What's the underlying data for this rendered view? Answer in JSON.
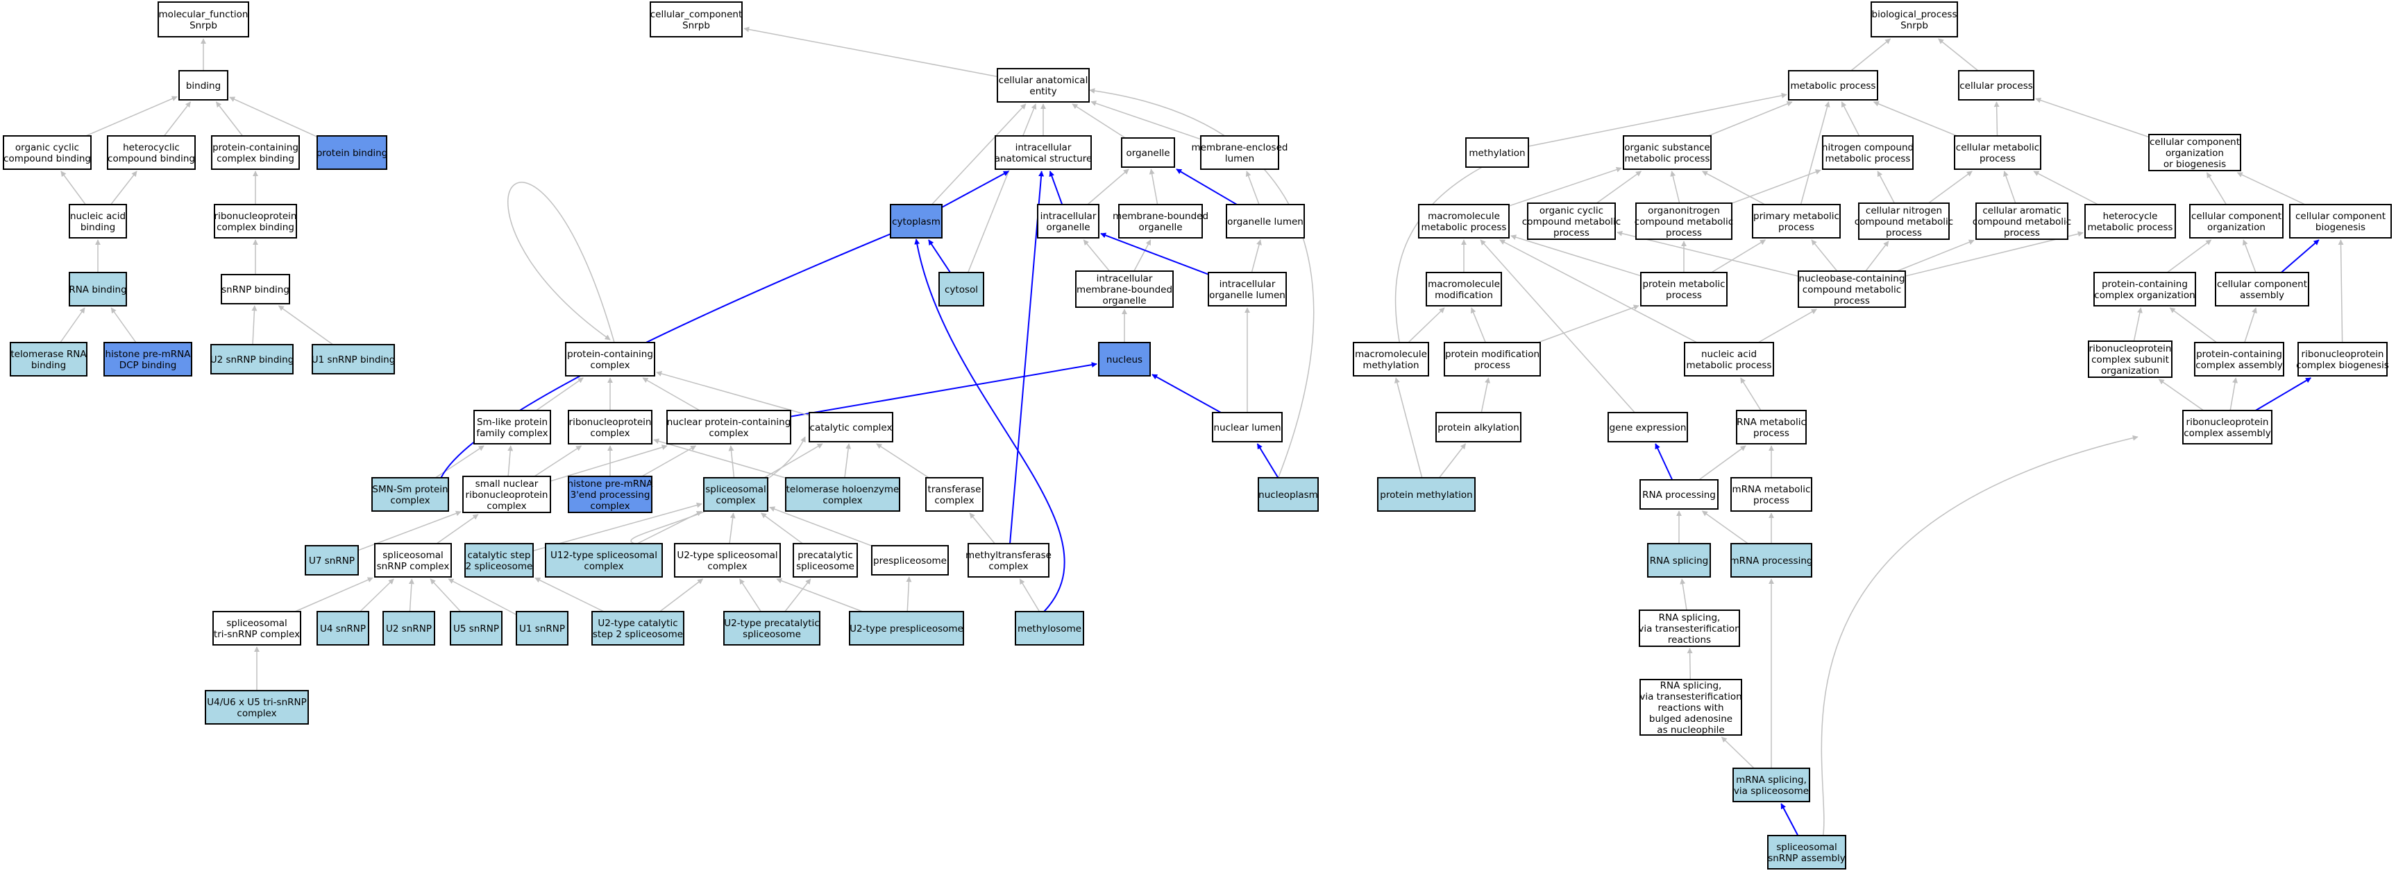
{
  "colors": {
    "white": "#ffffff",
    "light": "#add8e6",
    "dark": "#6495ed",
    "edge_gray": "#c0c0c0",
    "edge_blue": "#0000ff"
  },
  "nodes": {
    "mf": {
      "label": [
        "molecular_function",
        "Snrpb"
      ],
      "color": "white"
    },
    "cc": {
      "label": [
        "cellular_component",
        "Snrpb"
      ],
      "color": "white"
    },
    "bp": {
      "label": [
        "biological_process",
        "Snrpb"
      ],
      "color": "white"
    },
    "binding": {
      "label": [
        "binding"
      ],
      "color": "white"
    },
    "organic_cyclic_binding": {
      "label": [
        "organic cyclic",
        "compound binding"
      ],
      "color": "white"
    },
    "heterocyclic_binding": {
      "label": [
        "heterocyclic",
        "compound binding"
      ],
      "color": "white"
    },
    "protein_containing_complex_binding": {
      "label": [
        "protein-containing",
        "complex binding"
      ],
      "color": "white"
    },
    "protein_binding": {
      "label": [
        "protein binding"
      ],
      "color": "dark"
    },
    "nucleic_acid_binding": {
      "label": [
        "nucleic acid",
        "binding"
      ],
      "color": "white"
    },
    "rnp_complex_binding": {
      "label": [
        "ribonucleoprotein",
        "complex binding"
      ],
      "color": "white"
    },
    "rna_binding": {
      "label": [
        "RNA binding"
      ],
      "color": "light"
    },
    "snrnp_binding": {
      "label": [
        "snRNP binding"
      ],
      "color": "white"
    },
    "telomerase_rna_binding": {
      "label": [
        "telomerase RNA",
        "binding"
      ],
      "color": "light"
    },
    "histone_dcp_binding": {
      "label": [
        "histone pre-mRNA",
        "DCP binding"
      ],
      "color": "dark"
    },
    "u2_snrnp_binding": {
      "label": [
        "U2 snRNP binding"
      ],
      "color": "light"
    },
    "u1_snrnp_binding": {
      "label": [
        "U1 snRNP binding"
      ],
      "color": "light"
    },
    "cellular_anatomical_entity": {
      "label": [
        "cellular anatomical",
        "entity"
      ],
      "color": "white"
    },
    "intracellular_anatomical_structure": {
      "label": [
        "intracellular",
        "anatomical structure"
      ],
      "color": "white"
    },
    "organelle": {
      "label": [
        "organelle"
      ],
      "color": "white"
    },
    "membrane_enclosed_lumen": {
      "label": [
        "membrane-enclosed",
        "lumen"
      ],
      "color": "white"
    },
    "cytoplasm": {
      "label": [
        "cytoplasm"
      ],
      "color": "dark"
    },
    "intracellular_organelle": {
      "label": [
        "intracellular",
        "organelle"
      ],
      "color": "white"
    },
    "membrane_bounded_organelle": {
      "label": [
        "membrane-bounded",
        "organelle"
      ],
      "color": "white"
    },
    "organelle_lumen": {
      "label": [
        "organelle lumen"
      ],
      "color": "white"
    },
    "cytosol": {
      "label": [
        "cytosol"
      ],
      "color": "light"
    },
    "intracellular_mbo": {
      "label": [
        "intracellular",
        "membrane-bounded",
        "organelle"
      ],
      "color": "white"
    },
    "intracellular_organelle_lumen": {
      "label": [
        "intracellular",
        "organelle lumen"
      ],
      "color": "white"
    },
    "nucleus": {
      "label": [
        "nucleus"
      ],
      "color": "dark"
    },
    "protein_containing_complex": {
      "label": [
        "protein-containing",
        "complex"
      ],
      "color": "white"
    },
    "sm_like_protein_family_complex": {
      "label": [
        "Sm-like protein",
        "family complex"
      ],
      "color": "white"
    },
    "ribonucleoprotein_complex": {
      "label": [
        "ribonucleoprotein",
        "complex"
      ],
      "color": "white"
    },
    "nuclear_protein_containing_complex": {
      "label": [
        "nuclear protein-containing",
        "complex"
      ],
      "color": "white"
    },
    "catalytic_complex": {
      "label": [
        "catalytic complex"
      ],
      "color": "white"
    },
    "nuclear_lumen": {
      "label": [
        "nuclear lumen"
      ],
      "color": "white"
    },
    "smn_sm_protein_complex": {
      "label": [
        "SMN-Sm protein",
        "complex"
      ],
      "color": "light"
    },
    "small_nuclear_rnp_complex": {
      "label": [
        "small nuclear",
        "ribonucleoprotein",
        "complex"
      ],
      "color": "white"
    },
    "histone_3end_processing_complex": {
      "label": [
        "histone pre-mRNA",
        "3'end processing",
        "complex"
      ],
      "color": "dark"
    },
    "spliceosomal_complex": {
      "label": [
        "spliceosomal",
        "complex"
      ],
      "color": "light"
    },
    "telomerase_holoenzyme_complex": {
      "label": [
        "telomerase holoenzyme",
        "complex"
      ],
      "color": "light"
    },
    "transferase_complex": {
      "label": [
        "transferase",
        "complex"
      ],
      "color": "white"
    },
    "nucleoplasm": {
      "label": [
        "nucleoplasm"
      ],
      "color": "light"
    },
    "u7_snrnp": {
      "label": [
        "U7 snRNP"
      ],
      "color": "light"
    },
    "spliceosomal_snrnp_complex": {
      "label": [
        "spliceosomal",
        "snRNP complex"
      ],
      "color": "white"
    },
    "catalytic_step2_spliceosome": {
      "label": [
        "catalytic step",
        "2 spliceosome"
      ],
      "color": "light"
    },
    "u12_type_spliceosomal_complex": {
      "label": [
        "U12-type spliceosomal",
        "complex"
      ],
      "color": "light"
    },
    "u2_type_spliceosomal_complex": {
      "label": [
        "U2-type spliceosomal",
        "complex"
      ],
      "color": "white"
    },
    "precatalytic_spliceosome": {
      "label": [
        "precatalytic",
        "spliceosome"
      ],
      "color": "white"
    },
    "prespliceosome": {
      "label": [
        "prespliceosome"
      ],
      "color": "white"
    },
    "methyltransferase_complex": {
      "label": [
        "methyltransferase",
        "complex"
      ],
      "color": "white"
    },
    "tri_snrnp_complex": {
      "label": [
        "spliceosomal",
        "tri-snRNP complex"
      ],
      "color": "white"
    },
    "u4_snrnp": {
      "label": [
        "U4 snRNP"
      ],
      "color": "light"
    },
    "u2_snrnp": {
      "label": [
        "U2 snRNP"
      ],
      "color": "light"
    },
    "u5_snrnp": {
      "label": [
        "U5 snRNP"
      ],
      "color": "light"
    },
    "u1_snrnp": {
      "label": [
        "U1 snRNP"
      ],
      "color": "light"
    },
    "u2_type_catalytic_step2": {
      "label": [
        "U2-type catalytic",
        "step 2 spliceosome"
      ],
      "color": "light"
    },
    "u2_type_precatalytic": {
      "label": [
        "U2-type precatalytic",
        "spliceosome"
      ],
      "color": "light"
    },
    "u2_type_prespliceosome": {
      "label": [
        "U2-type prespliceosome"
      ],
      "color": "light"
    },
    "methylosome": {
      "label": [
        "methylosome"
      ],
      "color": "light"
    },
    "u4u6u5_tri_snrnp": {
      "label": [
        "U4/U6 x U5 tri-snRNP",
        "complex"
      ],
      "color": "light"
    },
    "metabolic_process": {
      "label": [
        "metabolic process"
      ],
      "color": "white"
    },
    "cellular_process": {
      "label": [
        "cellular process"
      ],
      "color": "white"
    },
    "methylation": {
      "label": [
        "methylation"
      ],
      "color": "white"
    },
    "organic_substance_metabolic_process": {
      "label": [
        "organic substance",
        "metabolic process"
      ],
      "color": "white"
    },
    "nitrogen_compound_metabolic_process": {
      "label": [
        "nitrogen compound",
        "metabolic process"
      ],
      "color": "white"
    },
    "cellular_metabolic_process": {
      "label": [
        "cellular metabolic",
        "process"
      ],
      "color": "white"
    },
    "cellular_component_org_biogenesis": {
      "label": [
        "cellular component",
        "organization",
        "or biogenesis"
      ],
      "color": "white"
    },
    "macromolecule_metabolic_process": {
      "label": [
        "macromolecule",
        "metabolic process"
      ],
      "color": "white"
    },
    "organic_cyclic_compound_metabolic_process": {
      "label": [
        "organic cyclic",
        "compound metabolic",
        "process"
      ],
      "color": "white"
    },
    "organonitrogen_compound_metabolic_process": {
      "label": [
        "organonitrogen",
        "compound metabolic",
        "process"
      ],
      "color": "white"
    },
    "primary_metabolic_process": {
      "label": [
        "primary metabolic",
        "process"
      ],
      "color": "white"
    },
    "cellular_nitrogen_compound_metabolic_process": {
      "label": [
        "cellular nitrogen",
        "compound metabolic",
        "process"
      ],
      "color": "white"
    },
    "cellular_aromatic_compound_metabolic_process": {
      "label": [
        "cellular aromatic",
        "compound metabolic",
        "process"
      ],
      "color": "white"
    },
    "heterocycle_metabolic_process": {
      "label": [
        "heterocycle",
        "metabolic process"
      ],
      "color": "white"
    },
    "cellular_component_organization": {
      "label": [
        "cellular component",
        "organization"
      ],
      "color": "white"
    },
    "cellular_component_biogenesis": {
      "label": [
        "cellular component",
        "biogenesis"
      ],
      "color": "white"
    },
    "macromolecule_modification": {
      "label": [
        "macromolecule",
        "modification"
      ],
      "color": "white"
    },
    "protein_metabolic_process": {
      "label": [
        "protein metabolic",
        "process"
      ],
      "color": "white"
    },
    "nucleobase_containing_compound_metabolic_process": {
      "label": [
        "nucleobase-containing",
        "compound metabolic",
        "process"
      ],
      "color": "white"
    },
    "protein_containing_complex_organization": {
      "label": [
        "protein-containing",
        "complex organization"
      ],
      "color": "white"
    },
    "cellular_component_assembly": {
      "label": [
        "cellular component",
        "assembly"
      ],
      "color": "white"
    },
    "macromolecule_methylation": {
      "label": [
        "macromolecule",
        "methylation"
      ],
      "color": "white"
    },
    "protein_modification_process": {
      "label": [
        "protein modification",
        "process"
      ],
      "color": "white"
    },
    "nucleic_acid_metabolic_process": {
      "label": [
        "nucleic acid",
        "metabolic process"
      ],
      "color": "white"
    },
    "rnp_complex_subunit_organization": {
      "label": [
        "ribonucleoprotein",
        "complex subunit",
        "organization"
      ],
      "color": "white"
    },
    "protein_containing_complex_assembly": {
      "label": [
        "protein-containing",
        "complex assembly"
      ],
      "color": "white"
    },
    "rnp_complex_biogenesis": {
      "label": [
        "ribonucleoprotein",
        "complex biogenesis"
      ],
      "color": "white"
    },
    "protein_alkylation": {
      "label": [
        "protein alkylation"
      ],
      "color": "white"
    },
    "gene_expression": {
      "label": [
        "gene expression"
      ],
      "color": "white"
    },
    "rna_metabolic_process": {
      "label": [
        "RNA metabolic",
        "process"
      ],
      "color": "white"
    },
    "rnp_complex_assembly": {
      "label": [
        "ribonucleoprotein",
        "complex assembly"
      ],
      "color": "white"
    },
    "protein_methylation": {
      "label": [
        "protein methylation"
      ],
      "color": "light"
    },
    "rna_processing": {
      "label": [
        "RNA processing"
      ],
      "color": "white"
    },
    "mrna_metabolic_process": {
      "label": [
        "mRNA metabolic",
        "process"
      ],
      "color": "white"
    },
    "rna_splicing": {
      "label": [
        "RNA splicing"
      ],
      "color": "light"
    },
    "mrna_processing": {
      "label": [
        "mRNA processing"
      ],
      "color": "light"
    },
    "rna_splicing_transesterification": {
      "label": [
        "RNA splicing,",
        "via transesterification",
        "reactions"
      ],
      "color": "white"
    },
    "rna_splicing_bulged_adenosine": {
      "label": [
        "RNA splicing,",
        "via transesterification",
        "reactions with",
        "bulged adenosine",
        "as nucleophile"
      ],
      "color": "white"
    },
    "mrna_splicing_via_spliceosome": {
      "label": [
        "mRNA splicing,",
        "via spliceosome"
      ],
      "color": "light"
    },
    "spliceosomal_snrnp_assembly": {
      "label": [
        "spliceosomal",
        "snRNP assembly"
      ],
      "color": "light"
    }
  }
}
